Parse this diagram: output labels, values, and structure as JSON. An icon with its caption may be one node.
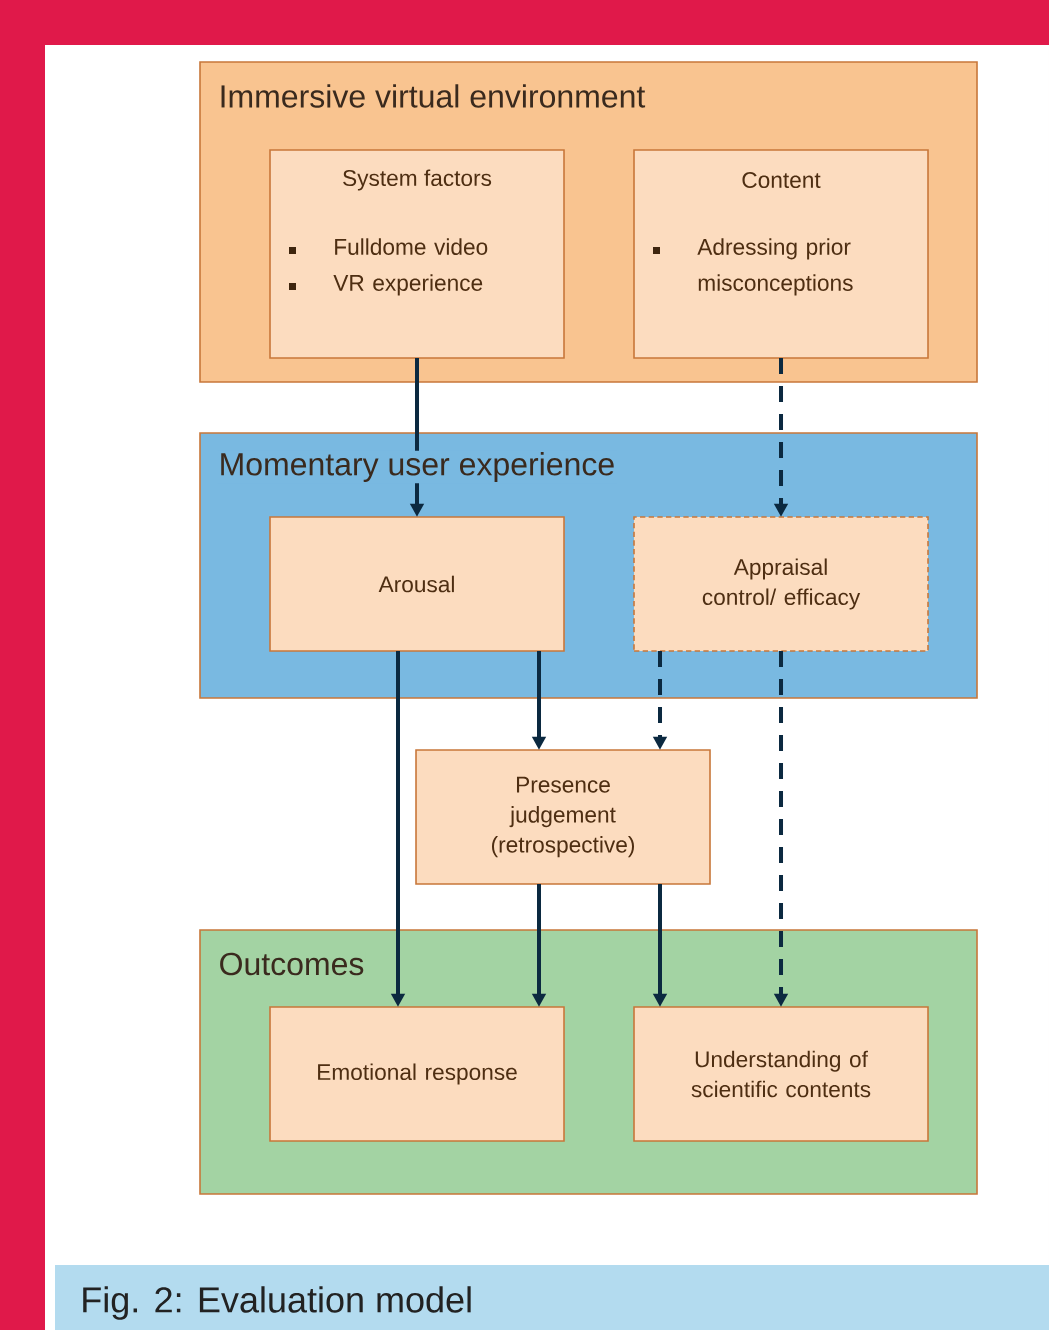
{
  "diagram": {
    "caption": "Fig. 2: Evaluation model",
    "nodes": [
      {
        "text": [
          "Immersive virtual environment"
        ]
      },
      {
        "text": [
          "System factors",
          "Fulldome video",
          "VR experience"
        ],
        "in": 0
      },
      {
        "text": [
          "Content",
          "Adressing prior misconceptions"
        ],
        "in": 0
      },
      {
        "text": [
          "Momentary user experience"
        ]
      },
      {
        "text": [
          "Arousal"
        ],
        "in": 3
      },
      {
        "text": [
          "Appraisal control/ efficacy"
        ],
        "in": 3
      },
      {
        "text": [
          "Presence judgement (retrospective)"
        ]
      },
      {
        "text": [
          "Outcomes"
        ]
      },
      {
        "text": [
          "Emotional response"
        ],
        "in": 7
      },
      {
        "text": [
          "Understanding of scientific contents"
        ],
        "in": 7
      }
    ],
    "edges": [
      {
        "from": 1,
        "to": 4,
        "arrow": "to"
      },
      {
        "from": 2,
        "to": 5,
        "arrow": "to",
        "style": "dashed"
      },
      {
        "from": 4,
        "to": 8,
        "arrow": "to"
      },
      {
        "from": 4,
        "to": 6,
        "arrow": "to"
      },
      {
        "from": 5,
        "to": 6,
        "arrow": "to",
        "style": "dashed"
      },
      {
        "from": 5,
        "to": 9,
        "arrow": "to",
        "style": "dashed"
      },
      {
        "from": 6,
        "to": 8,
        "arrow": "to"
      },
      {
        "from": 6,
        "to": 9,
        "arrow": "to"
      }
    ]
  }
}
